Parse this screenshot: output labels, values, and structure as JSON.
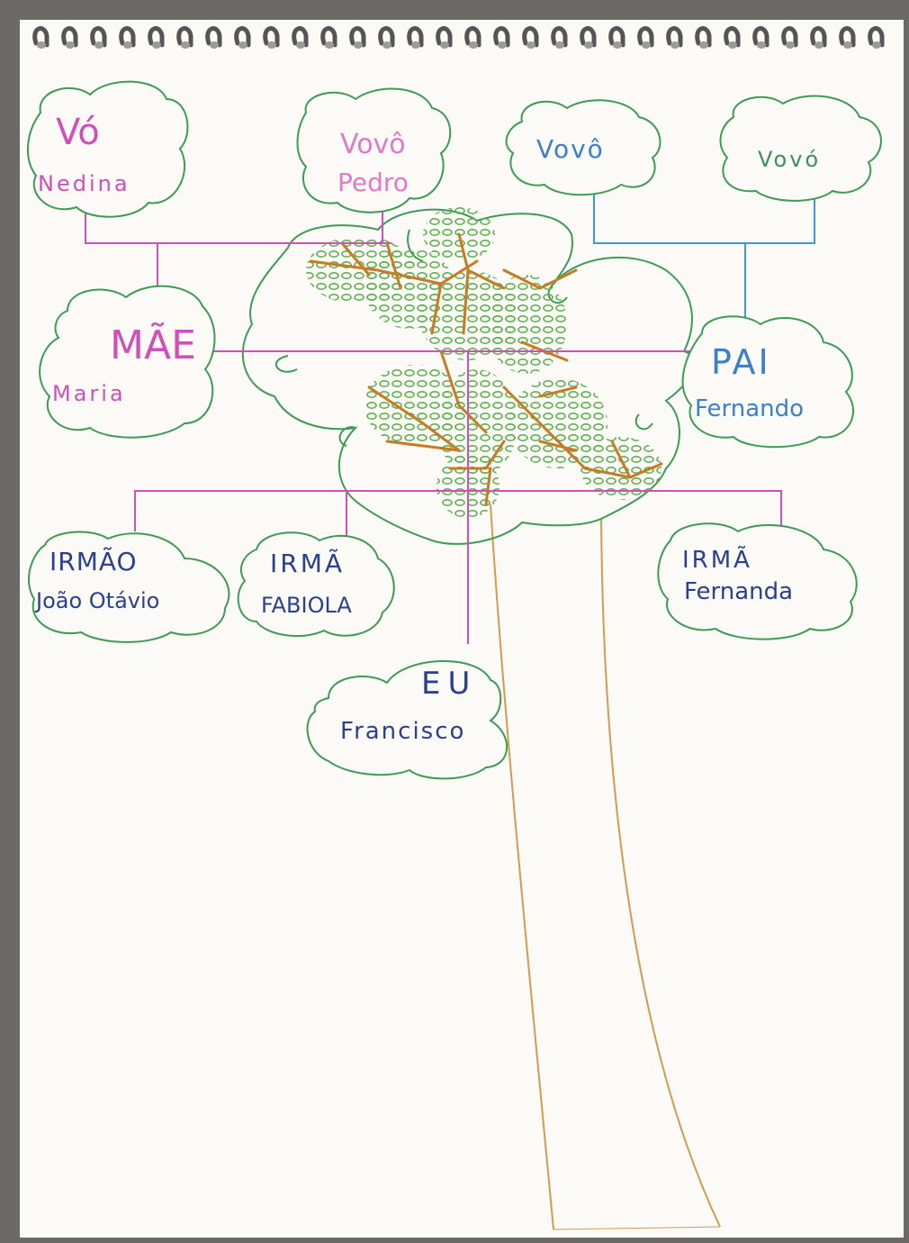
{
  "nodes": {
    "vo_nedina": {
      "line1": "Vó",
      "line2": "Nedina"
    },
    "vovo_pedro": {
      "line1": "Vovô",
      "line2": "Pedro"
    },
    "vovo_blue": {
      "line1": "Vovô"
    },
    "vovo_green": {
      "line1": "Vovó"
    },
    "mae": {
      "line1": "MÃE",
      "line2": "Maria"
    },
    "pai": {
      "line1": "PAI",
      "line2": "Fernando"
    },
    "irmao": {
      "line1": "IRMÃO",
      "line2": "João Otávio"
    },
    "irma_fabiola": {
      "line1": "IRMÃ",
      "line2": "FABIOLA"
    },
    "irma_fernanda": {
      "line1": "IRMÃ",
      "line2": "Fernanda"
    },
    "eu": {
      "line1": "EU",
      "line2": "Francisco"
    }
  },
  "colors": {
    "paper": "#fbfaf6",
    "desk": "#6b6a66",
    "cloud_outline": "#3f9a55",
    "magenta_ink": "#d04fb8",
    "blue_ink": "#3d7fc9",
    "navy_ink": "#2b3f8f",
    "green_ink": "#3f8f5c",
    "branch_orange": "#c87a25",
    "leaf_green": "#6fbf5a",
    "trunk": "#d9a05a",
    "spiral": "#8a8a8a"
  }
}
